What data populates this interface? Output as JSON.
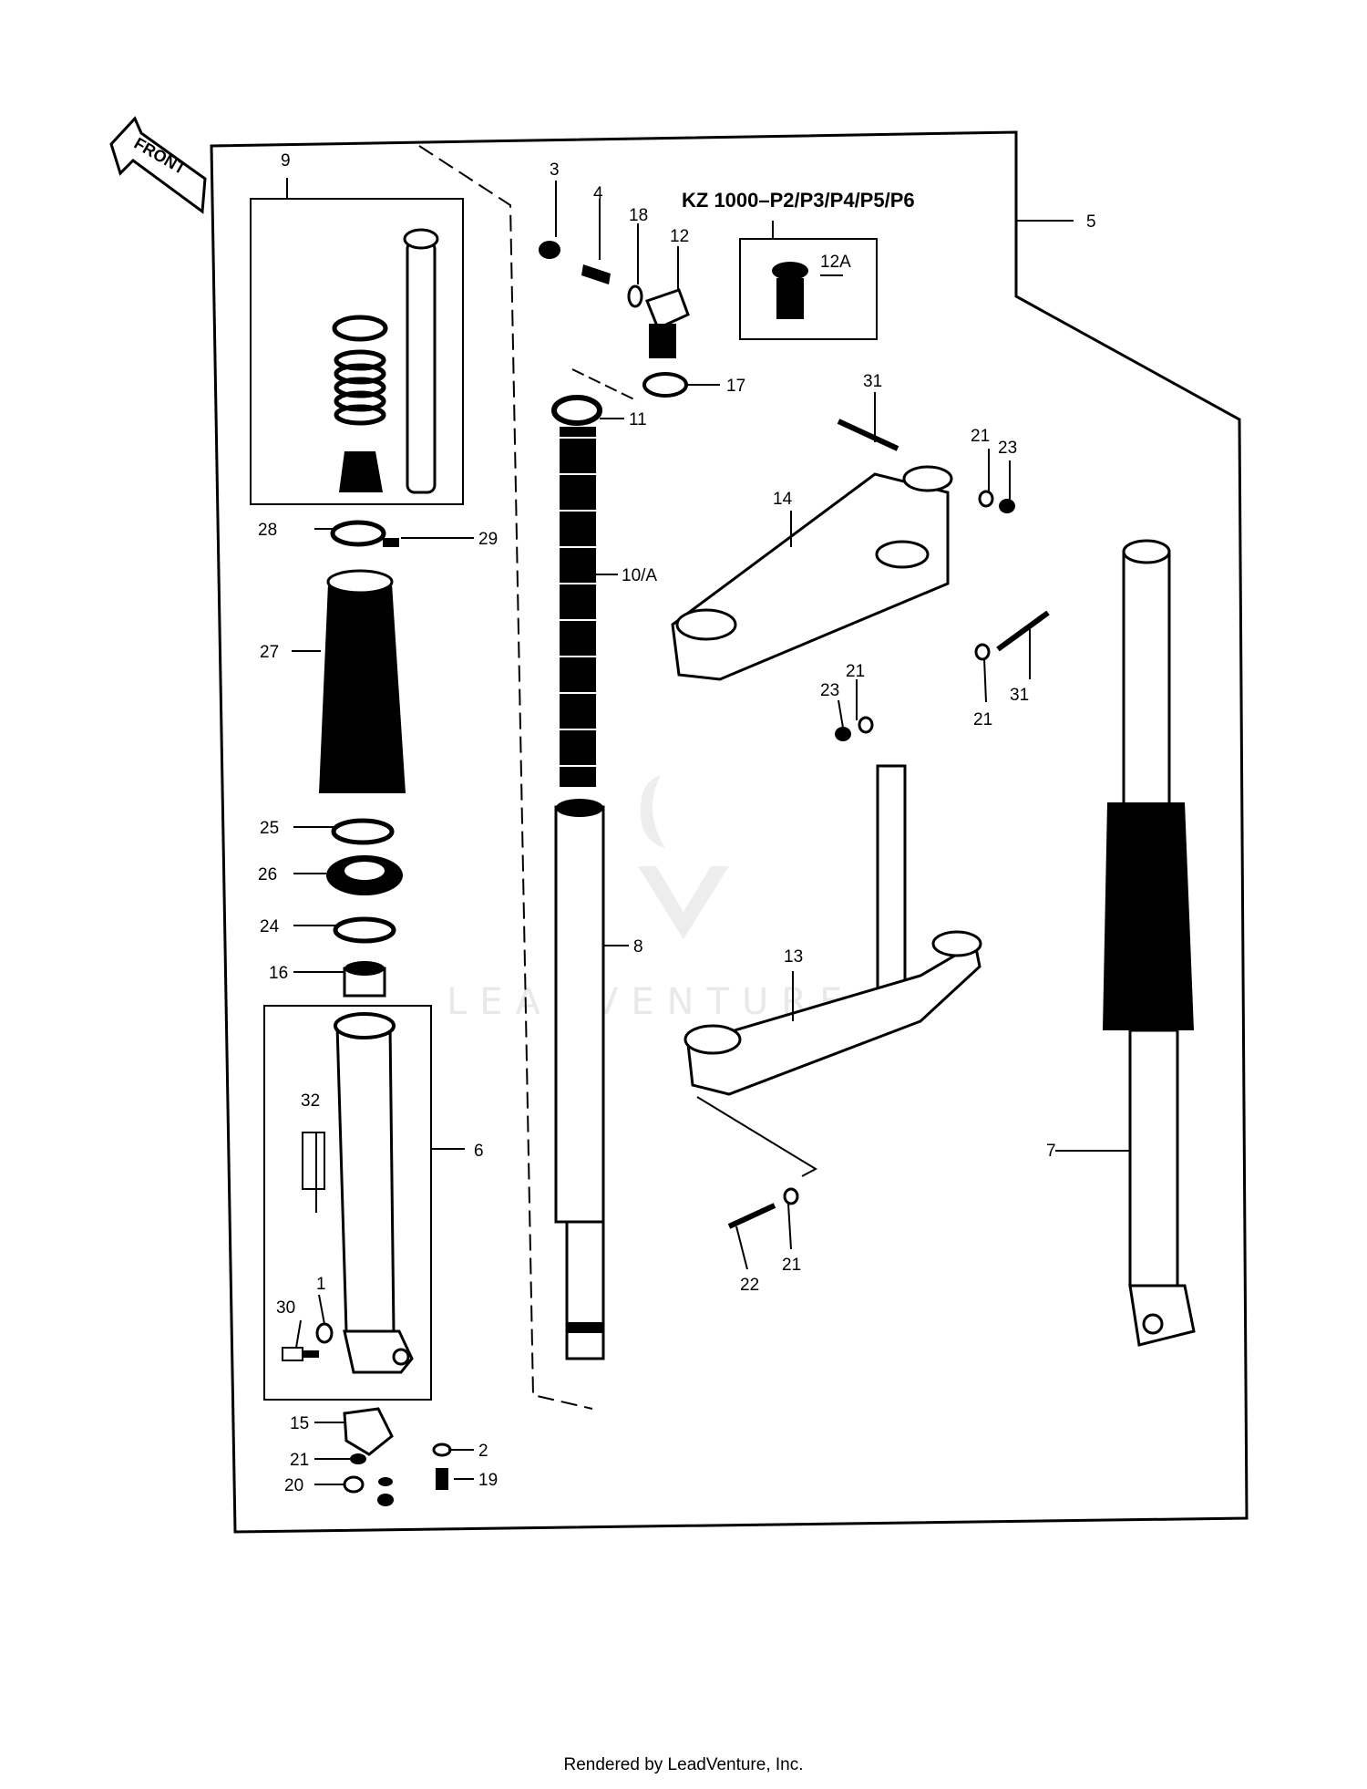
{
  "diagram": {
    "model_banner": "KZ 1000–P2/P3/P4/P5/P6",
    "front_arrow": "FRONT",
    "callouts": {
      "c1": "1",
      "c2": "2",
      "c3": "3",
      "c4": "4",
      "c5": "5",
      "c6": "6",
      "c7": "7",
      "c8": "8",
      "c9": "9",
      "c10A": "10/A",
      "c11": "11",
      "c12": "12",
      "c12A": "12A",
      "c13": "13",
      "c14": "14",
      "c15": "15",
      "c16": "16",
      "c17": "17",
      "c18": "18",
      "c19": "19",
      "c20": "20",
      "c21": "21",
      "c22": "22",
      "c23": "23",
      "c24": "24",
      "c25": "25",
      "c26": "26",
      "c27": "27",
      "c28": "28",
      "c29": "29",
      "c30": "30",
      "c31": "31",
      "c32": "32"
    },
    "watermark": "LEADVENTURE"
  },
  "footer": {
    "rendered_by": "Rendered by LeadVenture, Inc."
  }
}
